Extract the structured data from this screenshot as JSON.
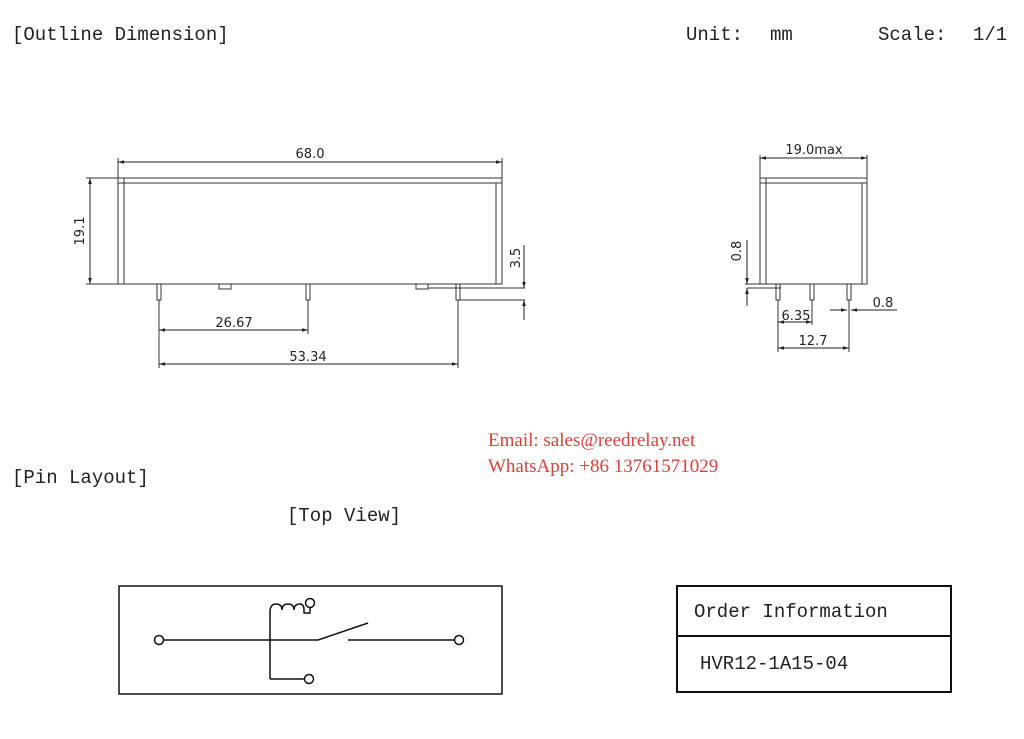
{
  "header": {
    "section_title": "[Outline Dimension]",
    "unit_label": "Unit:",
    "unit_value": "mm",
    "scale_label": "Scale:",
    "scale_value": "1/1"
  },
  "side_view": {
    "length": "68.0",
    "height": "19.1",
    "pin_length": "3.5",
    "pin_pitch_1": "26.67",
    "pin_pitch_2": "53.34"
  },
  "end_view": {
    "width": "19.0max",
    "standoff": "0.8",
    "pin_pitch_1": "6.35",
    "pin_pitch_2": "12.7",
    "pin_width": "0.8"
  },
  "contact": {
    "email": "Email: sales@reedrelay.net",
    "whatsapp": "WhatsApp: +86 13761571029",
    "color": "#d9413a"
  },
  "pin_layout": {
    "section_title": "[Pin Layout]",
    "view_label": "[Top View]"
  },
  "order_info": {
    "header": "Order Information",
    "part_number": "HVR12-1A15-04"
  }
}
